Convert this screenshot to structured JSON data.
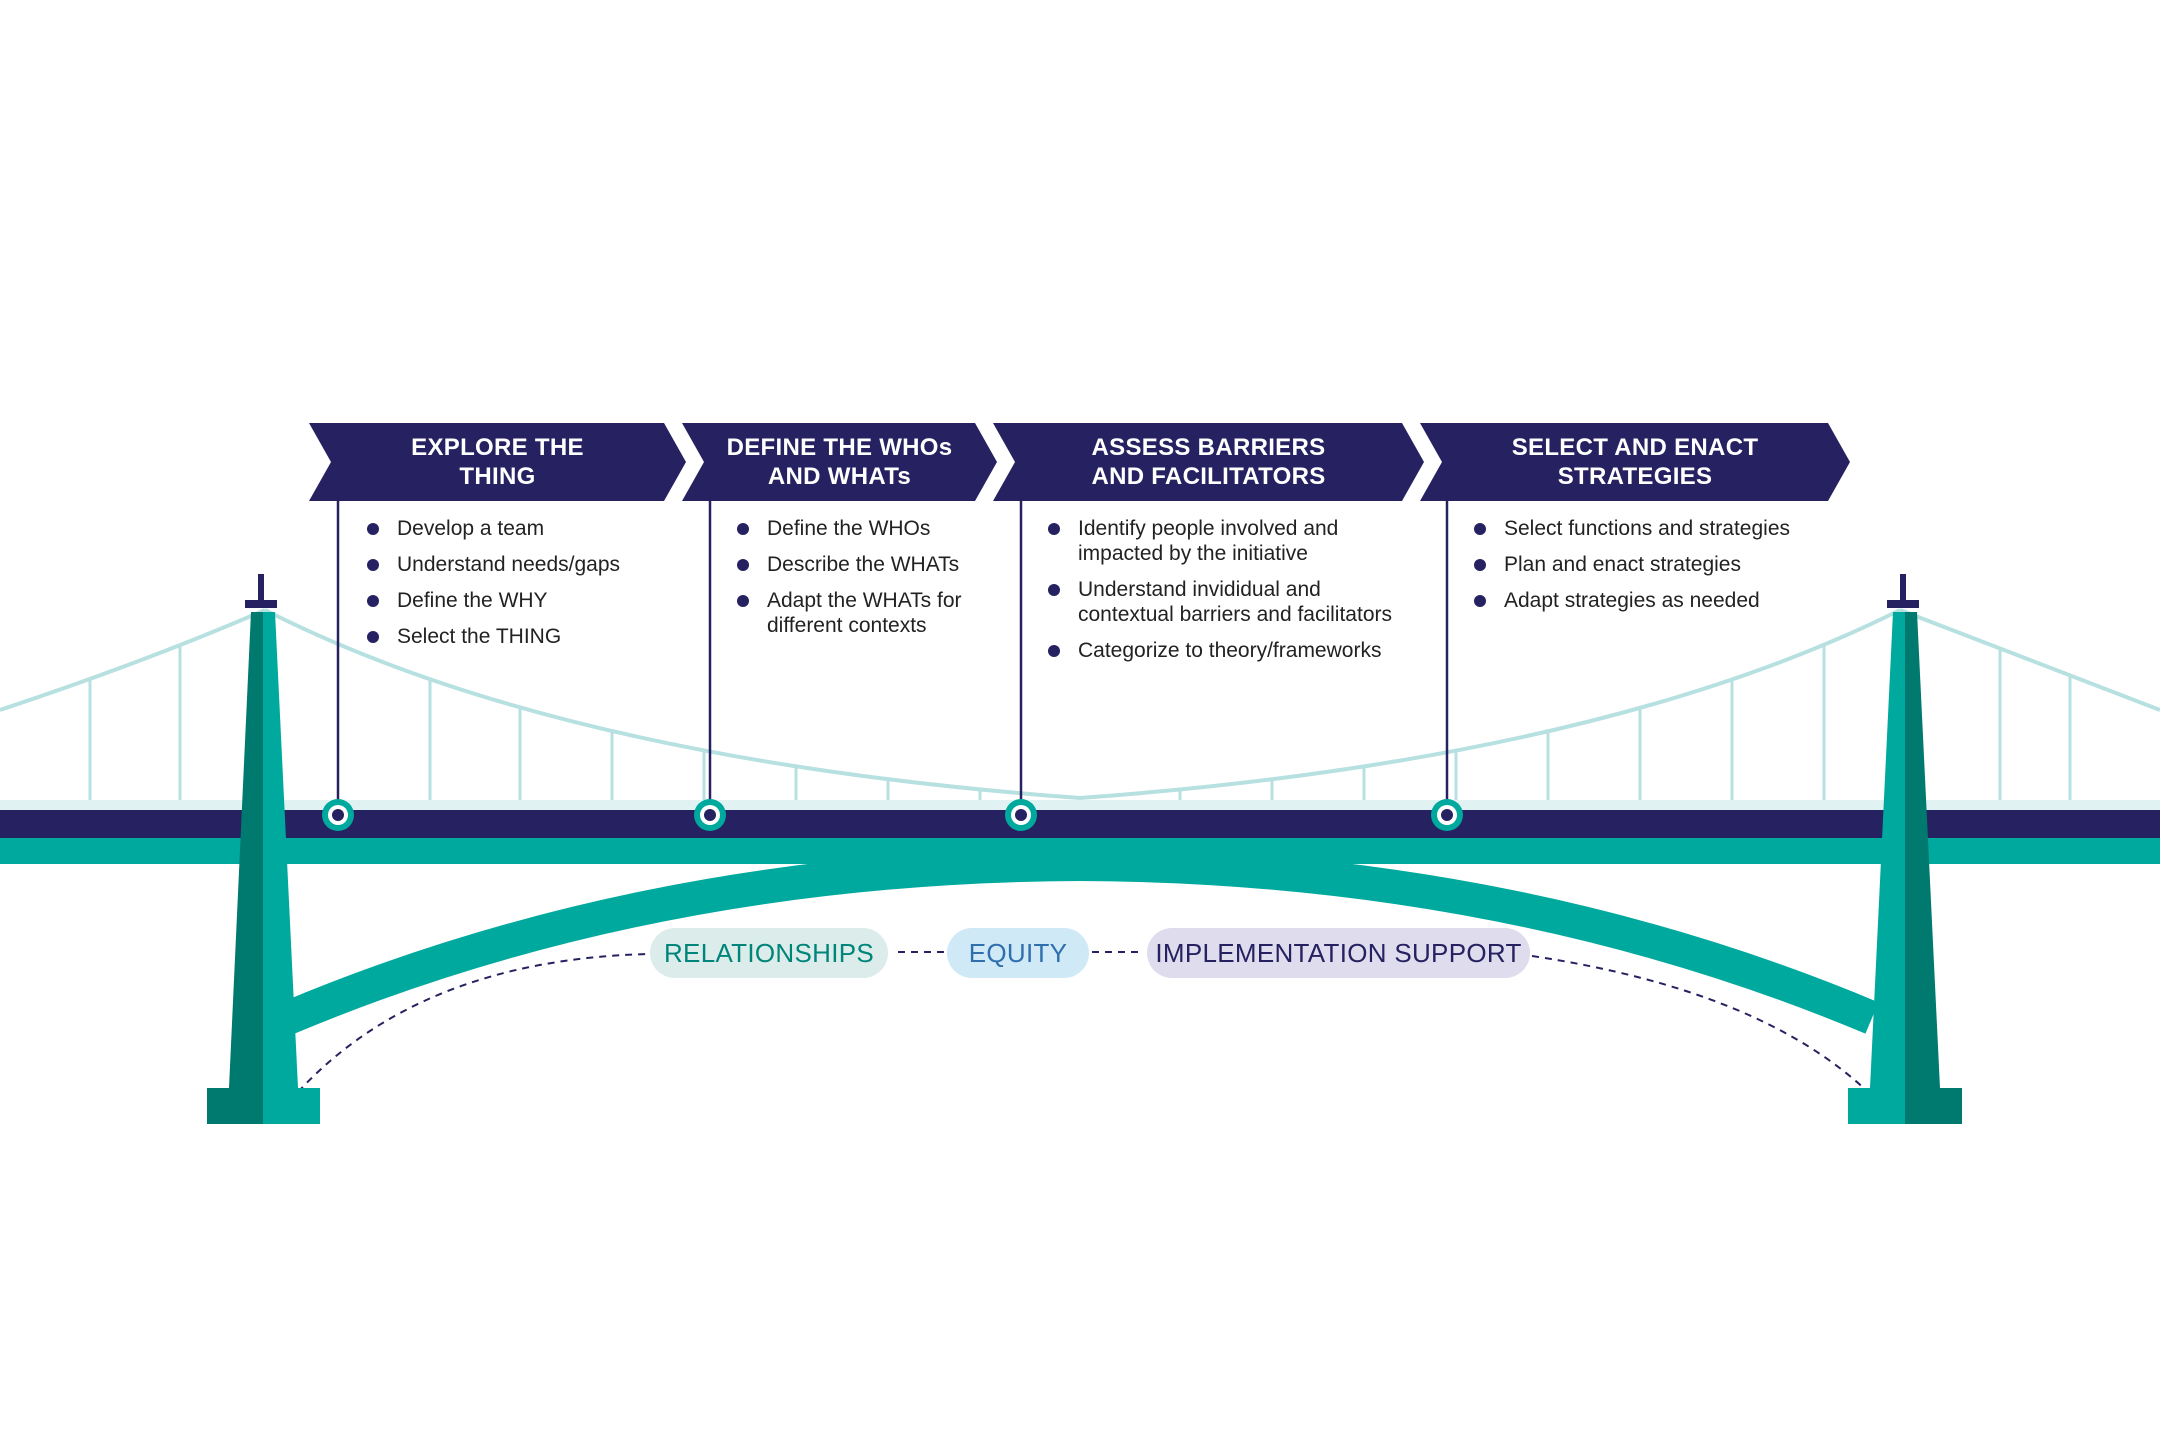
{
  "colors": {
    "navy": "#262261",
    "teal": "#00a99d",
    "teal_dark": "#007a6e",
    "cable": "#b7e0e0",
    "pill_relationships_bg": "#dcecea",
    "pill_relationships_text": "#00857a",
    "pill_equity_bg": "#cfe9f7",
    "pill_equity_text": "#2f6fae",
    "pill_support_bg": "#dedced",
    "pill_support_text": "#262261"
  },
  "steps": [
    {
      "title": "EXPLORE THE\nTHING",
      "bullets": [
        "Develop a team",
        "Understand needs/gaps",
        "Define the WHY",
        "Select the THING"
      ]
    },
    {
      "title": "DEFINE THE WHOs\nAND WHATs",
      "bullets": [
        "Define the WHOs",
        "Describe the WHATs",
        "Adapt the WHATs for\ndifferent contexts"
      ]
    },
    {
      "title": "ASSESS BARRIERS\nAND FACILITATORS",
      "bullets": [
        "Identify people involved and\nimpacted by the initiative",
        "Understand invididual and\ncontextual barriers and facilitators",
        "Categorize to theory/frameworks"
      ]
    },
    {
      "title": "SELECT AND ENACT\nSTRATEGIES",
      "bullets": [
        "Select functions and strategies",
        "Plan and enact strategies",
        "Adapt strategies as needed"
      ]
    }
  ],
  "foundation": {
    "relationships": "RELATIONSHIPS",
    "equity": "EQUITY",
    "implementation_support": "IMPLEMENTATION SUPPORT"
  }
}
